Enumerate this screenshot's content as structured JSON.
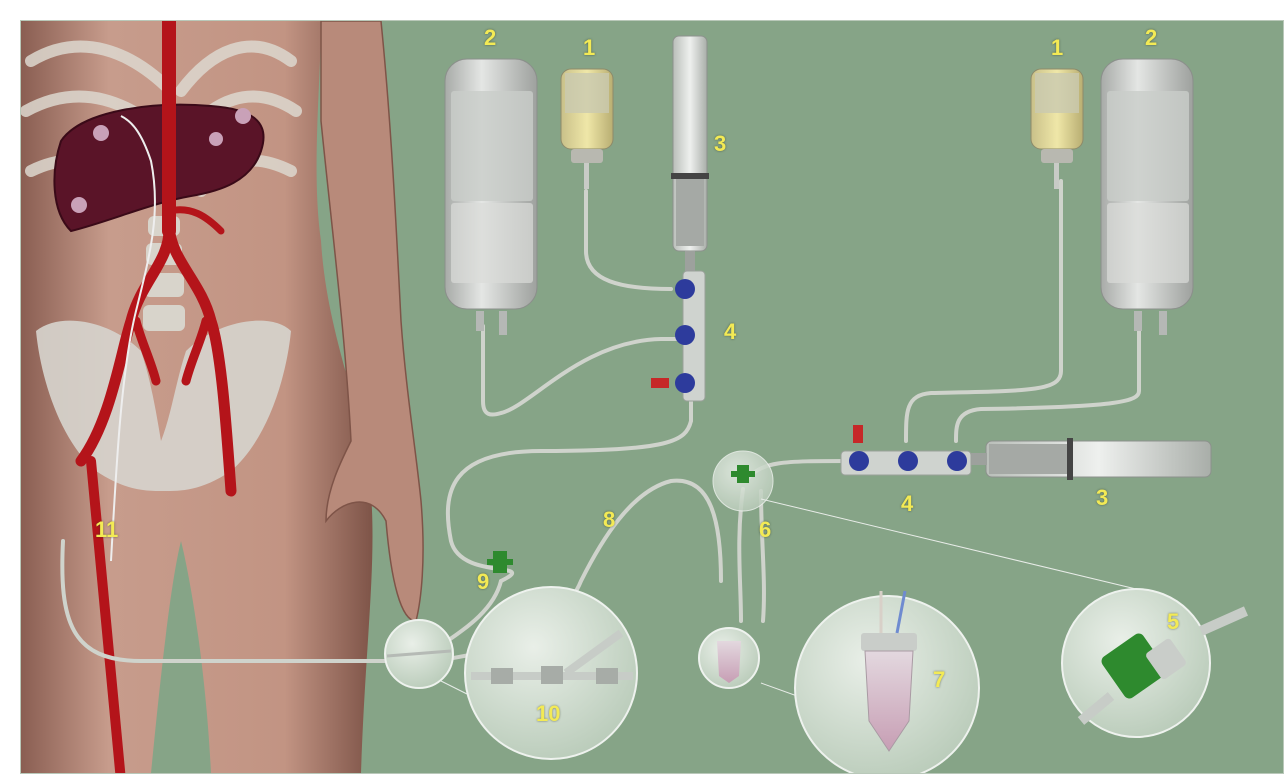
{
  "labels": {
    "l1_left": "1",
    "l2_left": "2",
    "l3_top": "3",
    "l4_top": "4",
    "l1_right": "1",
    "l2_right": "2",
    "l4_bottom": "4",
    "l3_right": "3",
    "l5": "5",
    "l6": "6",
    "l7": "7",
    "l8": "8",
    "l9": "9",
    "l10": "10",
    "l11": "11"
  },
  "colors": {
    "background": "#86a487",
    "label": "#f3ea55",
    "stopcock": "#2d3b9c",
    "filter": "#2e8a2e",
    "artery": "#b4141a",
    "liver": "#5a1428",
    "skin": "#b88a7a",
    "bone": "#d6d3cc"
  },
  "icons": {
    "infusion_bag": "iv-bag-icon",
    "vial": "vial-icon",
    "syringe": "syringe-icon",
    "manifold": "stopcock-manifold-icon",
    "filter": "filter-icon",
    "collection_tube": "tube-icon"
  }
}
